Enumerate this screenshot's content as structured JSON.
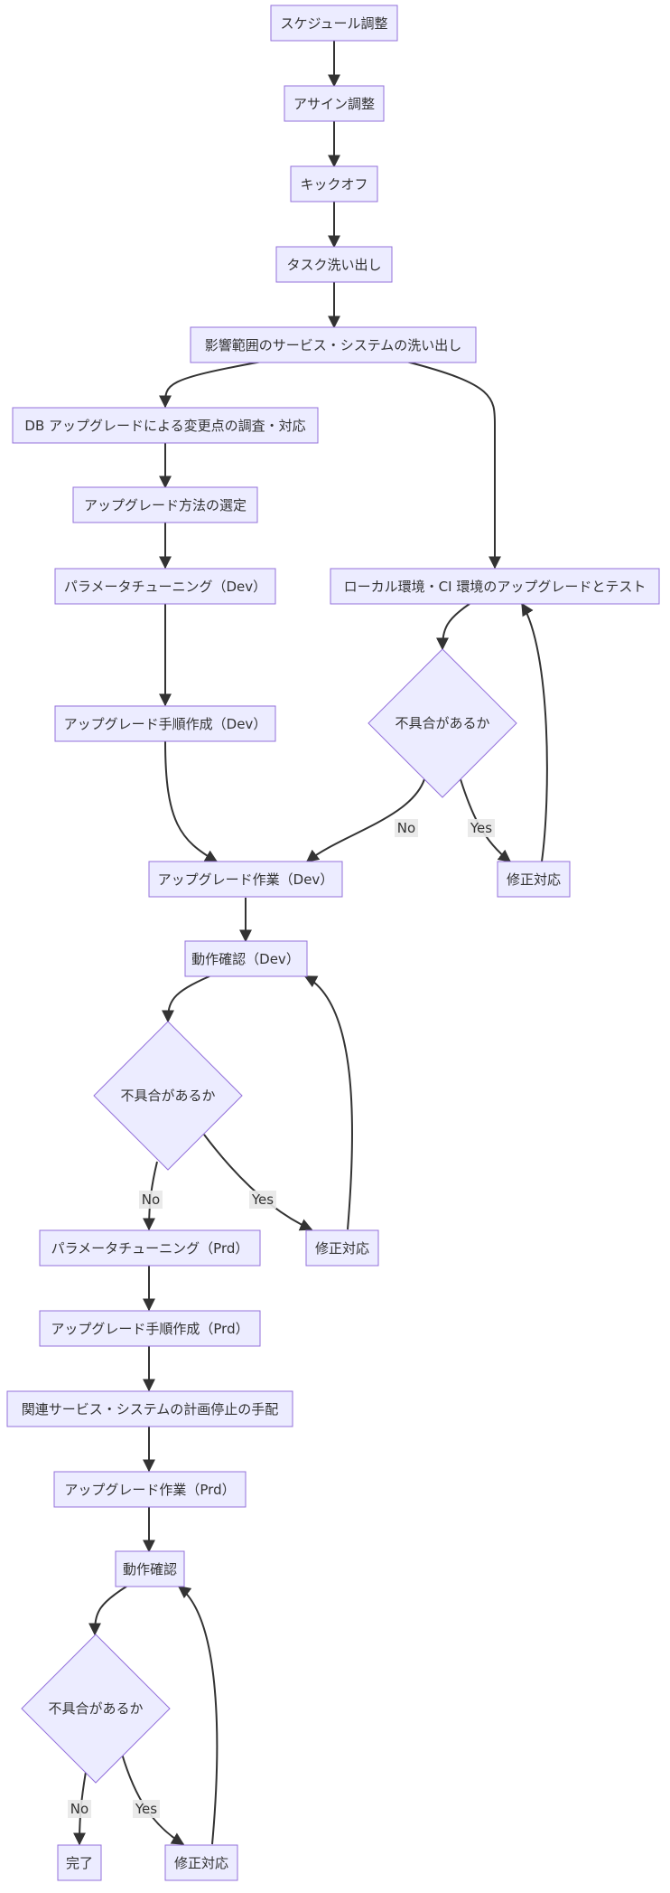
{
  "flowchart": {
    "nodes": {
      "schedule": "スケジュール調整",
      "assign": "アサイン調整",
      "kickoff": "キックオフ",
      "tasks": "タスク洗い出し",
      "impact": "影響範囲のサービス・システムの洗い出し",
      "db_changes": "DB アップグレードによる変更点の調査・対応",
      "method": "アップグレード方法の選定",
      "param_dev": "パラメータチューニング（Dev）",
      "proc_dev": "アップグレード手順作成（Dev）",
      "local_ci": "ローカル環境・CI 環境のアップグレードとテスト",
      "decision_1": "不具合があるか",
      "fix_1": "修正対応",
      "work_dev": "アップグレード作業（Dev）",
      "check_dev": "動作確認（Dev）",
      "decision_2": "不具合があるか",
      "param_prd": "パラメータチューニング（Prd）",
      "fix_2": "修正対応",
      "proc_prd": "アップグレード手順作成（Prd）",
      "plan_stop": "関連サービス・システムの計画停止の手配",
      "work_prd": "アップグレード作業（Prd）",
      "check": "動作確認",
      "decision_3": "不具合があるか",
      "done": "完了",
      "fix_3": "修正対応"
    },
    "edge_labels": {
      "d1_no": "No",
      "d1_yes": "Yes",
      "d2_no": "No",
      "d2_yes": "Yes",
      "d3_no": "No",
      "d3_yes": "Yes"
    },
    "colors": {
      "node_fill": "#ECECFF",
      "node_stroke": "#9370DB",
      "edge": "#333333",
      "text": "#333333"
    }
  }
}
